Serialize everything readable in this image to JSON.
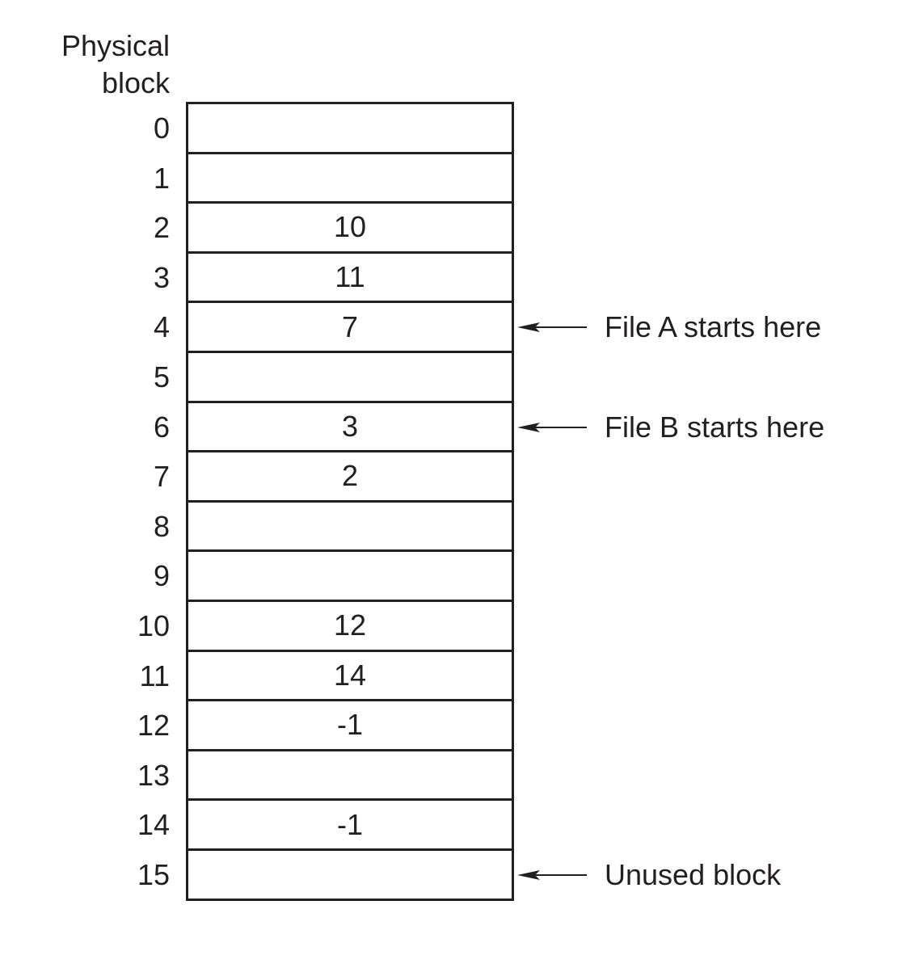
{
  "header": {
    "line1": "Physical",
    "line2": "block"
  },
  "blocks": [
    {
      "label": "0",
      "value": ""
    },
    {
      "label": "1",
      "value": ""
    },
    {
      "label": "2",
      "value": "10"
    },
    {
      "label": "3",
      "value": "11"
    },
    {
      "label": "4",
      "value": "7"
    },
    {
      "label": "5",
      "value": ""
    },
    {
      "label": "6",
      "value": "3"
    },
    {
      "label": "7",
      "value": "2"
    },
    {
      "label": "8",
      "value": ""
    },
    {
      "label": "9",
      "value": ""
    },
    {
      "label": "10",
      "value": "12"
    },
    {
      "label": "11",
      "value": "14"
    },
    {
      "label": "12",
      "value": "-1"
    },
    {
      "label": "13",
      "value": ""
    },
    {
      "label": "14",
      "value": "-1"
    },
    {
      "label": "15",
      "value": ""
    }
  ],
  "annotations": [
    {
      "block": 4,
      "text": "File A starts here"
    },
    {
      "block": 6,
      "text": "File B starts here"
    },
    {
      "block": 15,
      "text": "Unused block"
    }
  ]
}
